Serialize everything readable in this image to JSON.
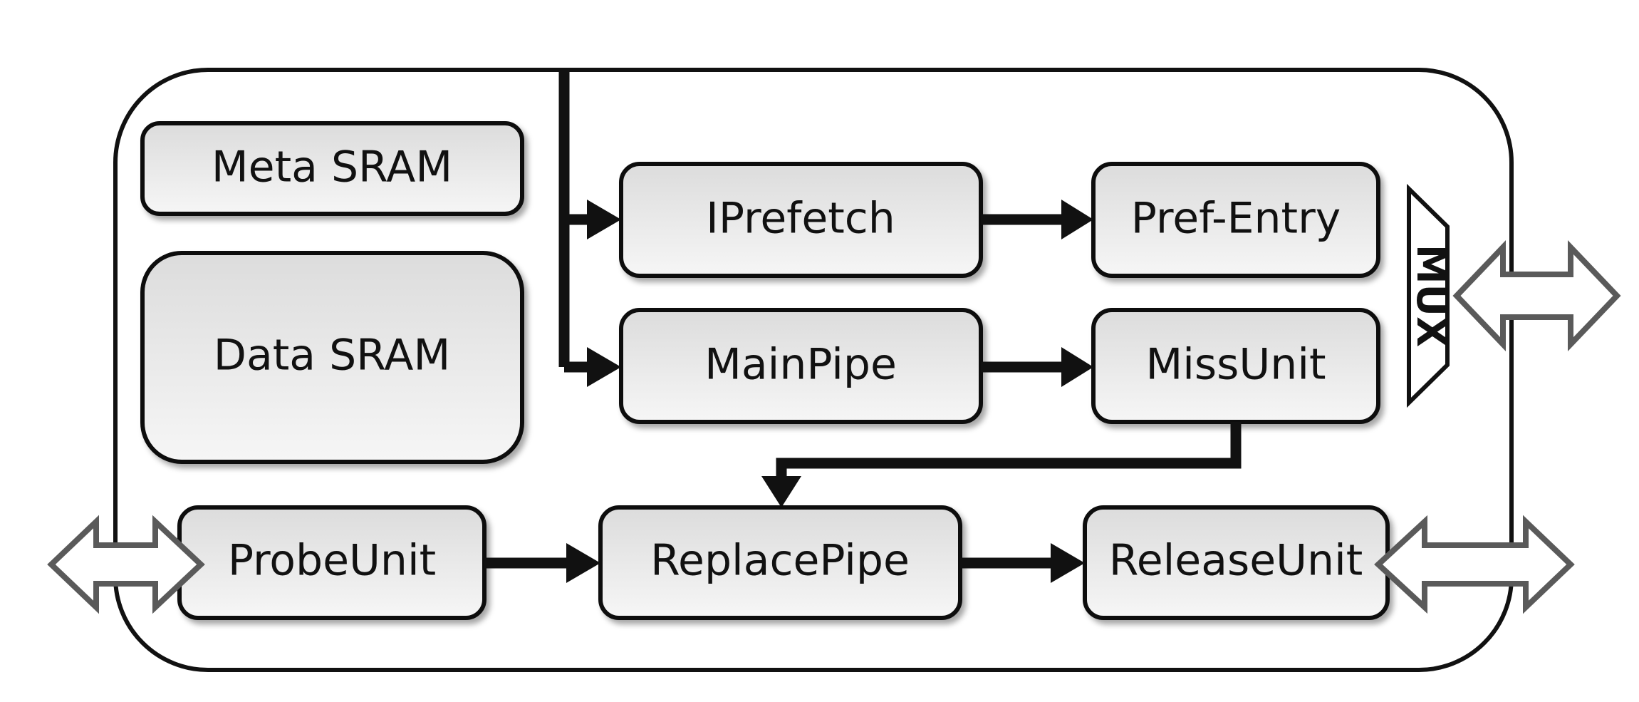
{
  "blocks": {
    "meta_sram": "Meta SRAM",
    "data_sram": "Data SRAM",
    "iprefetch": "IPrefetch",
    "pref_entry": "Pref-Entry",
    "mainpipe": "MainPipe",
    "missunit": "MissUnit",
    "probeunit": "ProbeUnit",
    "replacepipe": "ReplacePipe",
    "releaseunit": "ReleaseUnit",
    "mux": "MUX"
  },
  "colors": {
    "stroke": "#111111",
    "box_fill_top": "#fafafa",
    "box_fill_bottom": "#dcdcdc",
    "port_arrow_stroke": "#5a5a5a"
  }
}
